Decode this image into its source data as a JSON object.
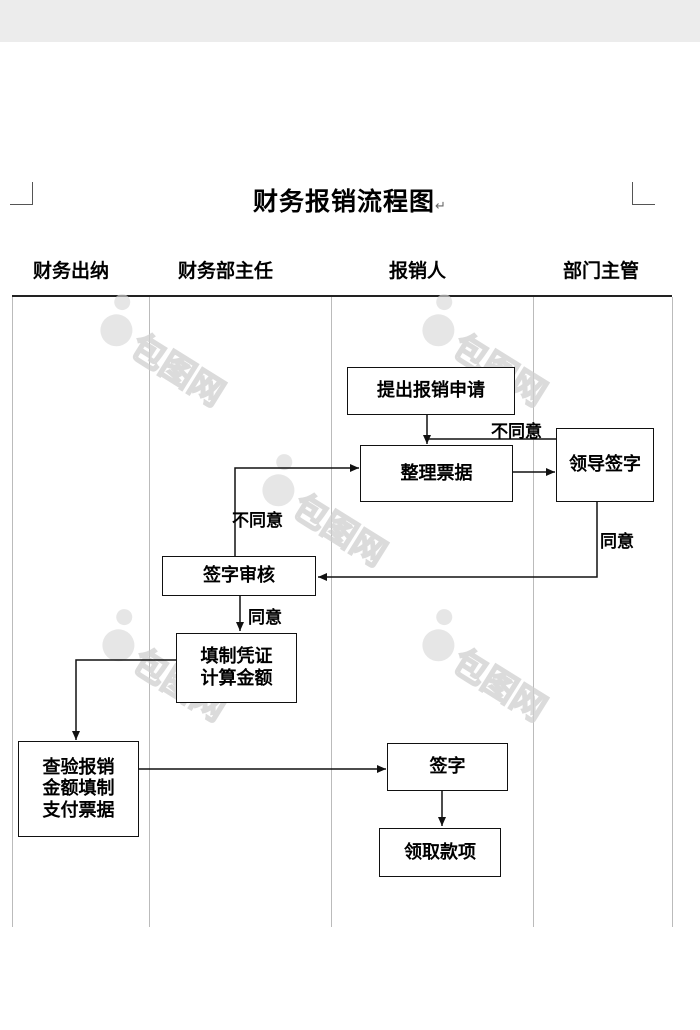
{
  "document": {
    "title": "财务报销流程图",
    "paragraph_mark": "↵"
  },
  "lanes": [
    "财务出纳",
    "财务部主任",
    "报销人",
    "部门主管"
  ],
  "nodes": {
    "submit": "提出报销申请",
    "organize": "整理票据",
    "leader_sign": "领导签字",
    "review": "签字审核",
    "voucher_line1": "填制凭证",
    "voucher_line2": "计算金额",
    "verify_line1": "查验报销",
    "verify_line2": "金额填制",
    "verify_line3": "支付票据",
    "sign": "签字",
    "receive": "领取款项"
  },
  "edge_labels": {
    "leader_disagree": "不同意",
    "leader_agree": "同意",
    "review_disagree": "不同意",
    "review_agree": "同意"
  },
  "watermark": {
    "text": "包图网"
  }
}
